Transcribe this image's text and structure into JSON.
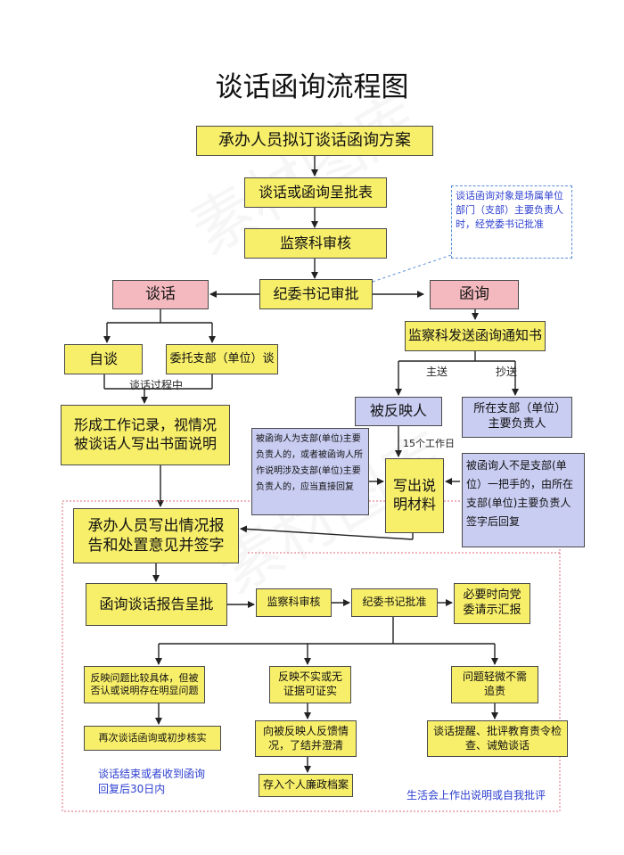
{
  "title": "谈话函询流程图",
  "watermark": "素材图库",
  "nodes": {
    "plan": "承办人员拟订谈话函询方案",
    "submit": "谈话或函询呈批表",
    "review": "监察科审核",
    "approve": "纪委书记审批",
    "talk": "谈话",
    "inquiry": "函询",
    "self_talk": "自谈",
    "delegate_talk": "委托支部（单位）谈",
    "record": "形成工作记录，视情况被谈话人写出书面说明",
    "notice": "监察科发送函询通知书",
    "respondent": "被反映人",
    "branch_head": "所在支部（单位）主要负责人",
    "write_material": "写出说明材料",
    "situation_report": "承办人员写出情况报告和处置意见并签字",
    "report_submit": "函询谈话报告呈批",
    "review2": "监察科审核",
    "approve2": "纪委书记批准",
    "report_party": "必要时向党委请示汇报",
    "outcome1": "反映问题比较具体，但被否认或说明存在明显问题",
    "outcome2": "反映不实或无证据可证实",
    "outcome3": "问题轻微不需追责",
    "action1": "再次谈话函询或初步核实",
    "action2": "向被反映人反馈情况，了结并澄清",
    "action3": "谈话提醒、批评教育责令检查、诫勉谈话",
    "archive": "存入个人廉政档案"
  },
  "notes": {
    "inquiry_target": "谈话函询对象是场属单位部门（支部）主要负责人时，经党委书记批准",
    "left_case": "被函询人为支部(单位)主要负责人的，或者被函询人所作说明涉及支部(单位)主要负责人的，应当直接回复",
    "right_case": "被函询人不是支部(单位）一把手的，由所在支部(单位)主要负责人签字后回复"
  },
  "labels": {
    "talk_process": "谈话过程中",
    "main_send": "主送",
    "cc_send": "抄送",
    "deadline": "15个工作日",
    "end_note": "谈话结束或者收到函询回复后30日内",
    "life_meeting": "生活会上作出说明或自我批评"
  },
  "colors": {
    "step": "#f7ee6a",
    "branch": "#f3b9bf",
    "party_box": "#c9cdf2",
    "note_text": "#2d3fd0",
    "region_border": "#e06a7a"
  }
}
